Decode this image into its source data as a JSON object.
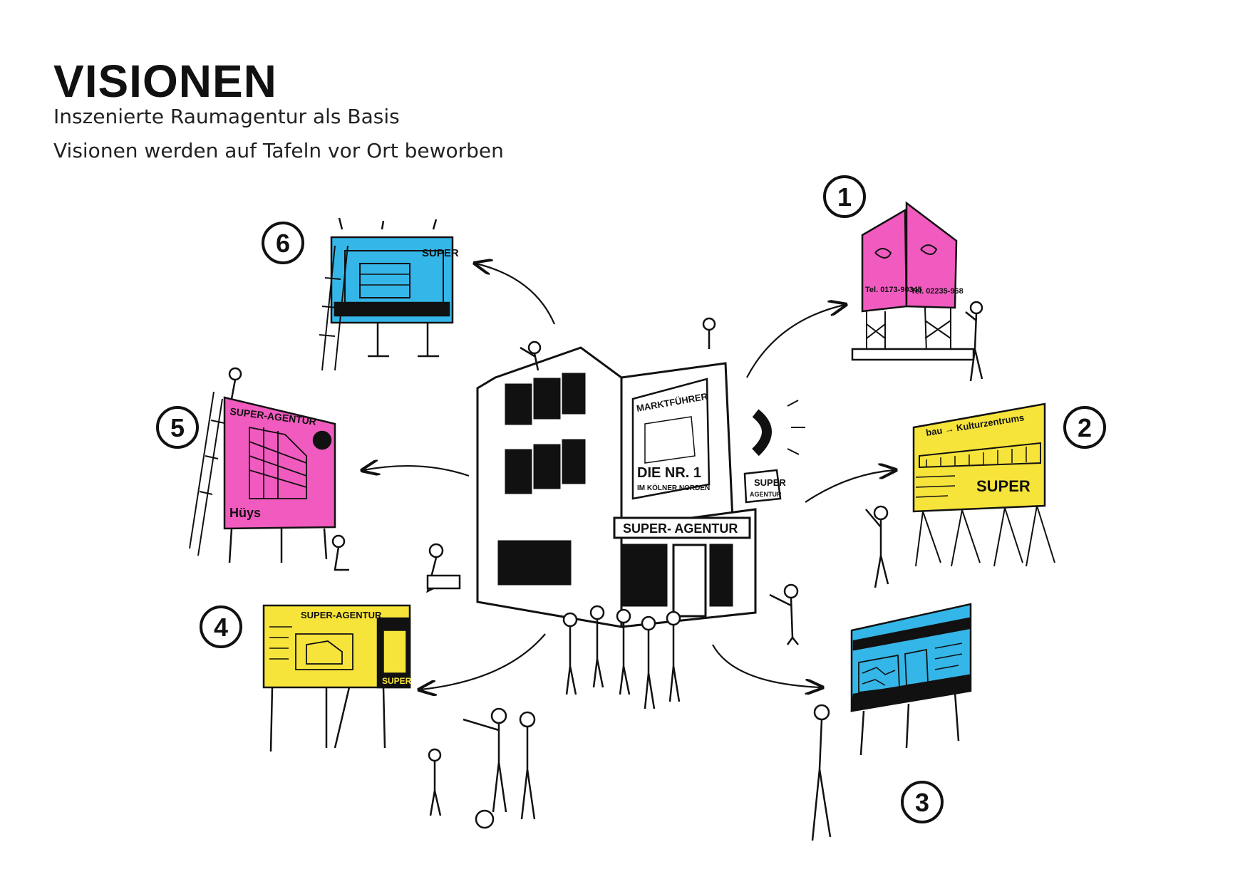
{
  "page": {
    "title": "VISIONEN",
    "subtitle_lines": [
      "Inszenierte Raumagentur als Basis",
      "Visionen werden auf Tafeln vor Ort beworben"
    ]
  },
  "colors": {
    "pink": "#f15bbf",
    "yellow": "#f7e43b",
    "blue": "#35b6e8",
    "ink": "#111111",
    "background": "#ffffff"
  },
  "markers": [
    "1",
    "2",
    "3",
    "4",
    "5",
    "6"
  ],
  "building": {
    "agency_sign": "SUPER- AGENTUR",
    "poster_heading": "MARKTFÜHRER",
    "poster_slogan": "DIE NR. 1",
    "poster_subline": "IM KÖLNER NORDEN",
    "hanging_sign_line1": "SUPER",
    "hanging_sign_line2": "AGENTUR"
  },
  "billboards": {
    "b1": {
      "left_phone": "Tel. 0173-90345",
      "right_phone": "Tel. 02235-968"
    },
    "b2": {
      "headline": "bau → Kulturzentrums",
      "brand": "SUPER"
    },
    "b4": {
      "headline": "SUPER-AGENTUR",
      "brand": "SUPER"
    },
    "b5": {
      "headline": "SUPER-AGENTUR",
      "brand": "Hüys"
    },
    "b6": {
      "brand": "SUPER"
    }
  }
}
